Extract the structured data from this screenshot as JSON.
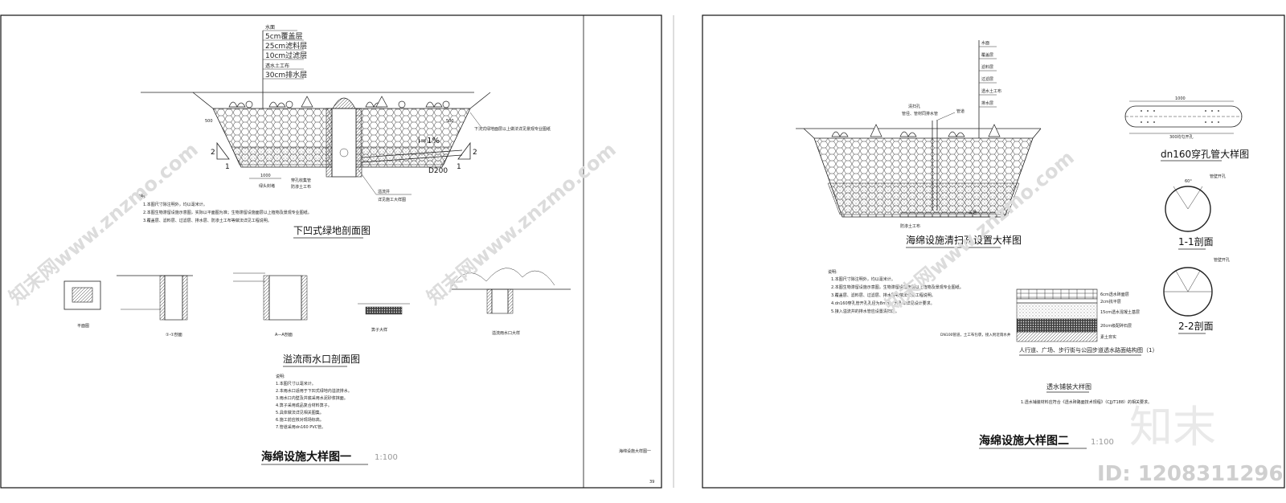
{
  "sheet_left": {
    "section1": {
      "title": "下凹式绿地剖面图",
      "layers": [
        "水面",
        "5cm覆盖层",
        "25cm滤料层",
        "10cm过滤层",
        "透水土工布",
        "30cm排水层"
      ],
      "dims": [
        "500",
        "500",
        "1000"
      ],
      "slope": "i=1%",
      "pipe": "D200",
      "ratio_v": "1",
      "ratio_h": "2",
      "labels": [
        "绿头封堵",
        "穿孔收集管",
        "防渗土工布",
        "溢流井",
        "详见施工大样图"
      ],
      "note_right": "下沉式绿地面层以上做法详见景观专业图纸",
      "notes": [
        "说明:",
        "1.本图尺寸除注明外，均以毫米计。",
        "2.本图生物滞留设施示意图，实际以平面图为准；生物滞留设施面层以上植物及景观专业图纸。",
        "3.覆盖层、滤料层、过滤层、排水层、防渗土工布等做法详见工程说明。"
      ]
    },
    "section2": {
      "title": "溢流雨水口剖面图",
      "subs": [
        "平面图",
        "①-①剖面",
        "A—A剖面",
        "箅子大样",
        "溢流雨水口大样"
      ],
      "notes": [
        "说明:",
        "1.本图尺寸以毫米计。",
        "2.本雨水口适用于下凹式绿地内溢流排水。",
        "3.雨水口内壁及井底采用水泥砂浆抹面。",
        "4.箅子采用成品复合材料箅子。",
        "5.具体做法详见相关图集。",
        "6.施工前应核对现场标高。",
        "7.管道采用dn160 PVC管。"
      ]
    },
    "title": "海绵设施大样图一",
    "scale": "1:100",
    "side_label": "海绵设施大样图一",
    "page_no": "39"
  },
  "sheet_right": {
    "section1": {
      "title": "海绵设施清扫孔设置大样图",
      "layers": [
        "水面",
        "覆盖层",
        "滤料层",
        "过滤层",
        "透水土工布",
        "排水层"
      ],
      "labels": [
        "清扫孔",
        "管径、管材同排水管",
        "管道",
        "三通",
        "防渗土工布"
      ],
      "notes": [
        "说明:",
        "1.本图尺寸除注明外，均以毫米计。",
        "2.本图生物滞留设施示意图，生物滞留设施面层以上植物及景观专业图纸。",
        "3.覆盖层、滤料层、过滤层、排水层等做法详见工程说明。",
        "4.dn160穿孔管开孔孔径为8mm，开孔率详见设计要求。",
        "5.接入溢流井的排水管应设置清扫口。"
      ]
    },
    "pipe": {
      "title": "dn160穿孔管大样图",
      "dim_top": "1000",
      "dim_bottom": "300均匀开孔",
      "sec1": "1-1剖面",
      "sec2": "2-2剖面",
      "angle": "60°",
      "hole_label": "管壁开孔"
    },
    "pavement": {
      "title": "人行道、广场、步行街与公园步道透水路面结构图（1）",
      "layers": [
        "6cm透水砖面层",
        "2cm找平层",
        "15cm透水混凝土基层",
        "20cm级配碎石层",
        "素土夯实"
      ],
      "side": "DN100管道，土工布包裹，接入附近雨水井",
      "subtitle": "透水铺装大样图",
      "note": "1.透水铺装材料应符合《透水砖路面技术规程》（CJJ/T188）的相关要求。"
    },
    "title": "海绵设施大样图二",
    "scale": "1:100"
  },
  "watermark": {
    "text": "知末网www.znzmo.com",
    "brand": "知末",
    "id": "ID: 1208311296"
  }
}
